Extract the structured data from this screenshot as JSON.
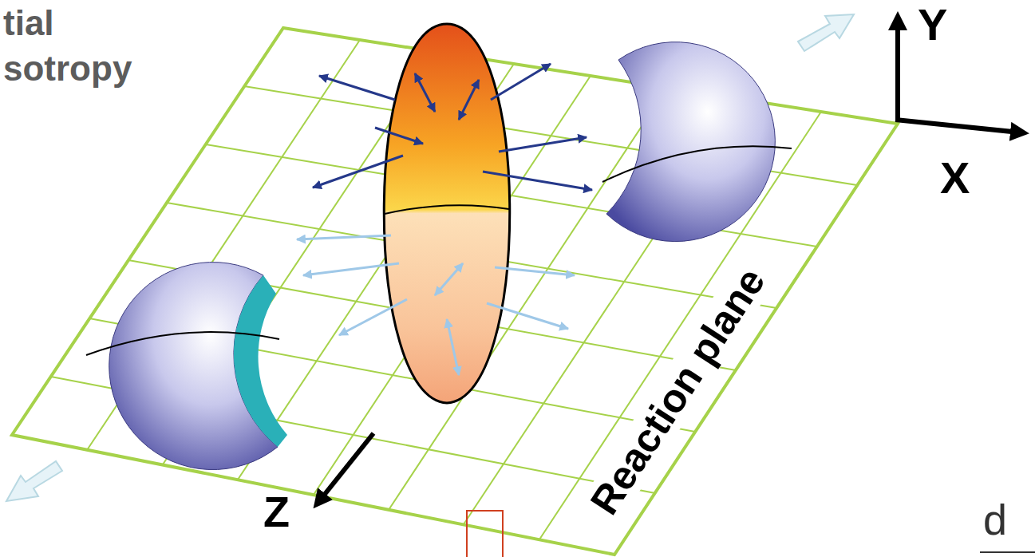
{
  "diagram": {
    "title": "tial sotropy",
    "labels": [
      "Y",
      "X",
      "Reaction plane",
      "Z",
      "d"
    ]
  }
}
